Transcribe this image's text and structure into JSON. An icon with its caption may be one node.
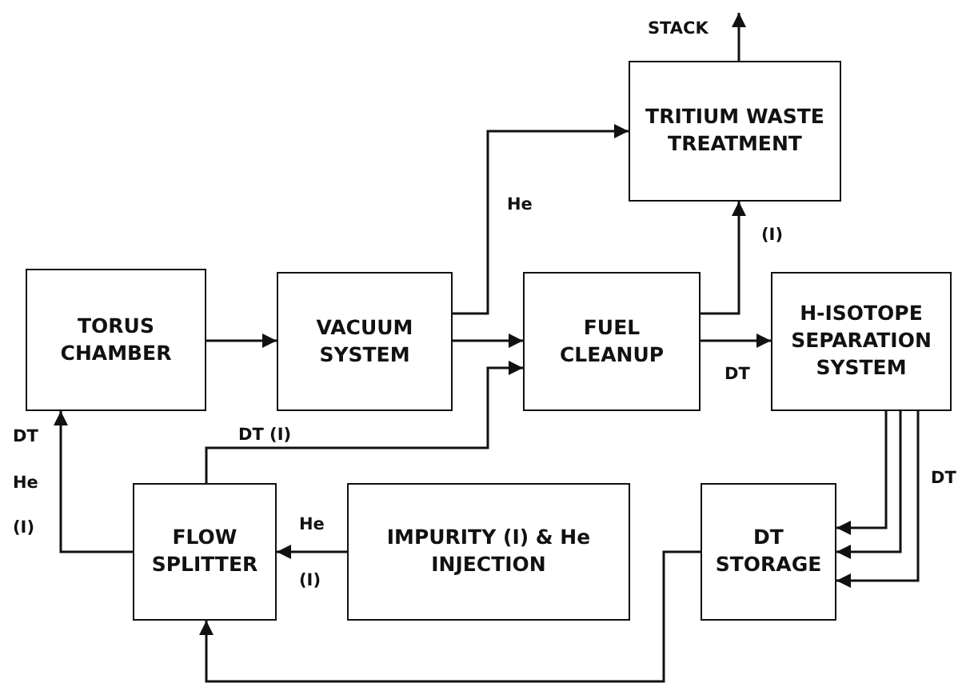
{
  "diagram": {
    "nodes": [
      {
        "text": [
          "TRITIUM WASTE TREATMENT"
        ]
      },
      {
        "text": [
          "TORUS CHAMBER"
        ]
      },
      {
        "text": [
          "VACUUM SYSTEM"
        ]
      },
      {
        "text": [
          "FUEL CLEANUP"
        ]
      },
      {
        "text": [
          "H-ISOTOPE SEPARATION SYSTEM"
        ]
      },
      {
        "text": [
          "FLOW SPLITTER"
        ]
      },
      {
        "text": [
          "IMPURITY (I) & He INJECTION"
        ]
      },
      {
        "text": [
          "DT STORAGE"
        ]
      }
    ],
    "edges": [
      {
        "from": 1,
        "to": 2,
        "arrow": "to"
      },
      {
        "from": 2,
        "to": 3,
        "arrow": "to"
      },
      {
        "from": 2,
        "to": 0,
        "arrow": "to",
        "label": "He"
      },
      {
        "from": 3,
        "to": 4,
        "arrow": "to",
        "label": "DT"
      },
      {
        "from": 3,
        "to": 0,
        "arrow": "to",
        "label": "(I)"
      },
      {
        "from": 0,
        "to": null,
        "arrow": "to"
      },
      {
        "from": 5,
        "to": 3,
        "arrow": "to",
        "label": "DT (I)"
      },
      {
        "from": 5,
        "to": 1,
        "arrow": "to",
        "label": "He"
      },
      {
        "from": 6,
        "to": 5,
        "arrow": "to",
        "label": "He"
      },
      {
        "from": 4,
        "to": 7,
        "arrow": "to"
      },
      {
        "from": 4,
        "to": 7,
        "arrow": "to"
      },
      {
        "from": 4,
        "to": 7,
        "arrow": "to",
        "label": "DT"
      },
      {
        "from": 7,
        "to": 5,
        "arrow": "to"
      }
    ],
    "labels": [
      "STACK",
      "DT",
      "(I)",
      "(I)"
    ]
  }
}
